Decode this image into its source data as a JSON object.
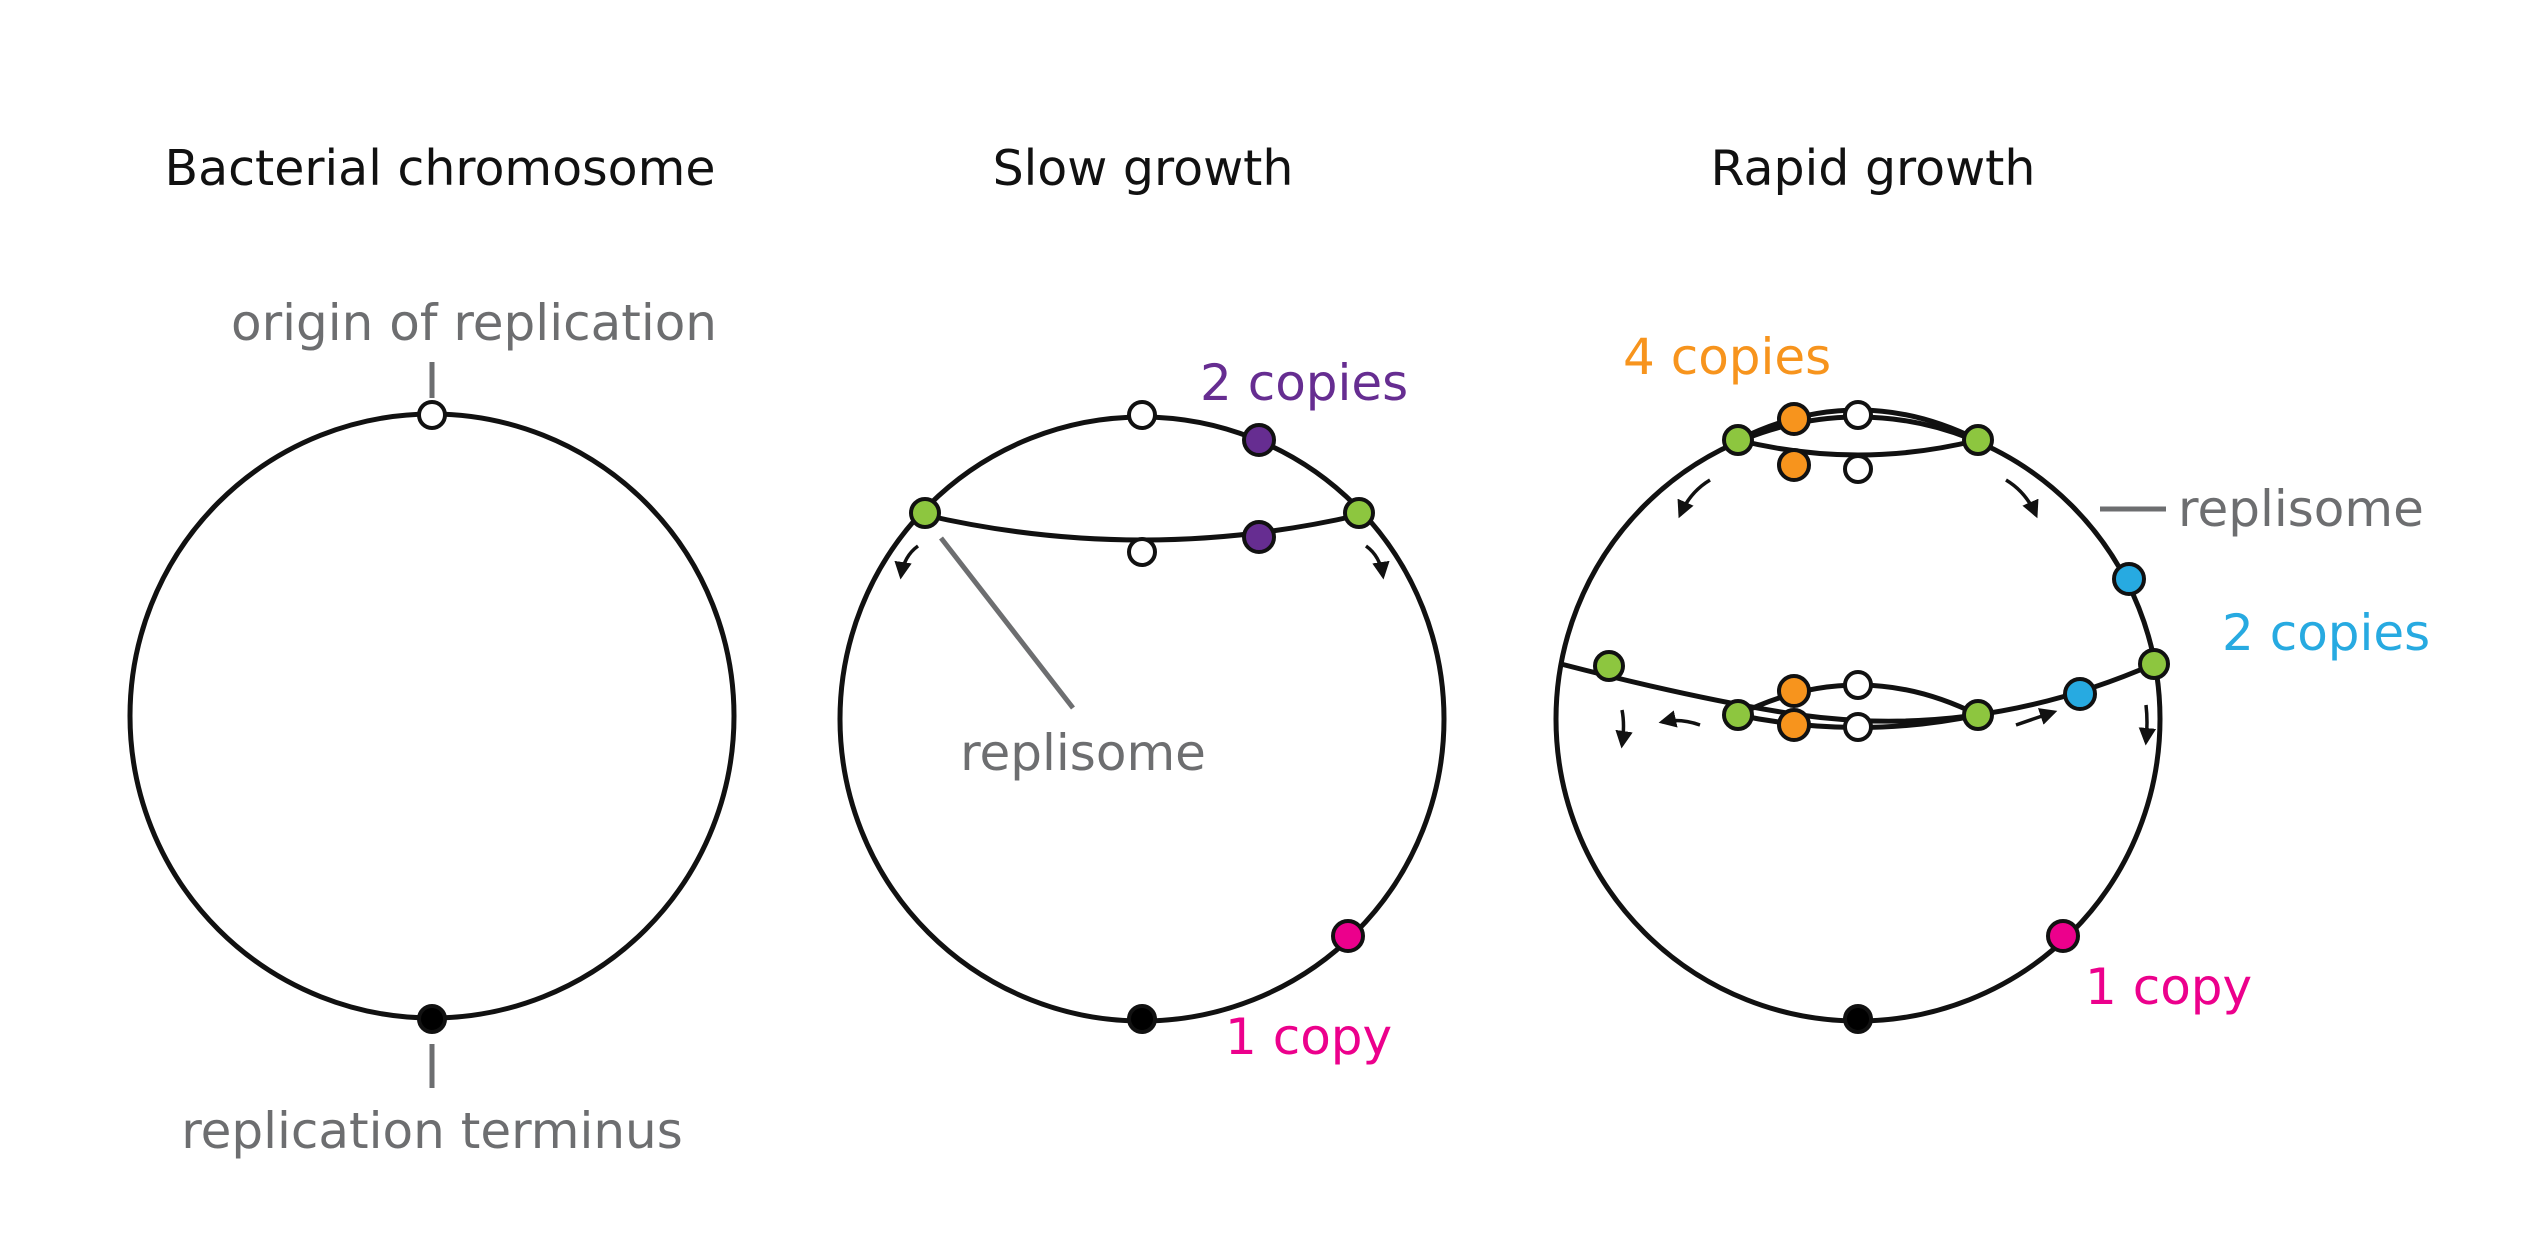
{
  "panels": {
    "bacterial": {
      "title": "Bacterial chromosome",
      "origin_label": "origin of replication",
      "terminus_label": "replication terminus"
    },
    "slow": {
      "title": "Slow growth",
      "copies_purple": "2 copies",
      "replisome_label": "replisome",
      "copies_pink": "1 copy"
    },
    "rapid": {
      "title": "Rapid growth",
      "copies_orange": "4 copies",
      "replisome_label": "replisome",
      "copies_blue": "2 copies",
      "copies_pink": "1 copy"
    }
  },
  "colors": {
    "dna": "#111111",
    "label_gray": "#6d6e70",
    "origin": "#ffffff",
    "terminus": "#000000",
    "replisome": "#8dc63f",
    "purple": "#662d91",
    "pink": "#ec008c",
    "orange": "#f7941d",
    "blue": "#27aae1"
  }
}
